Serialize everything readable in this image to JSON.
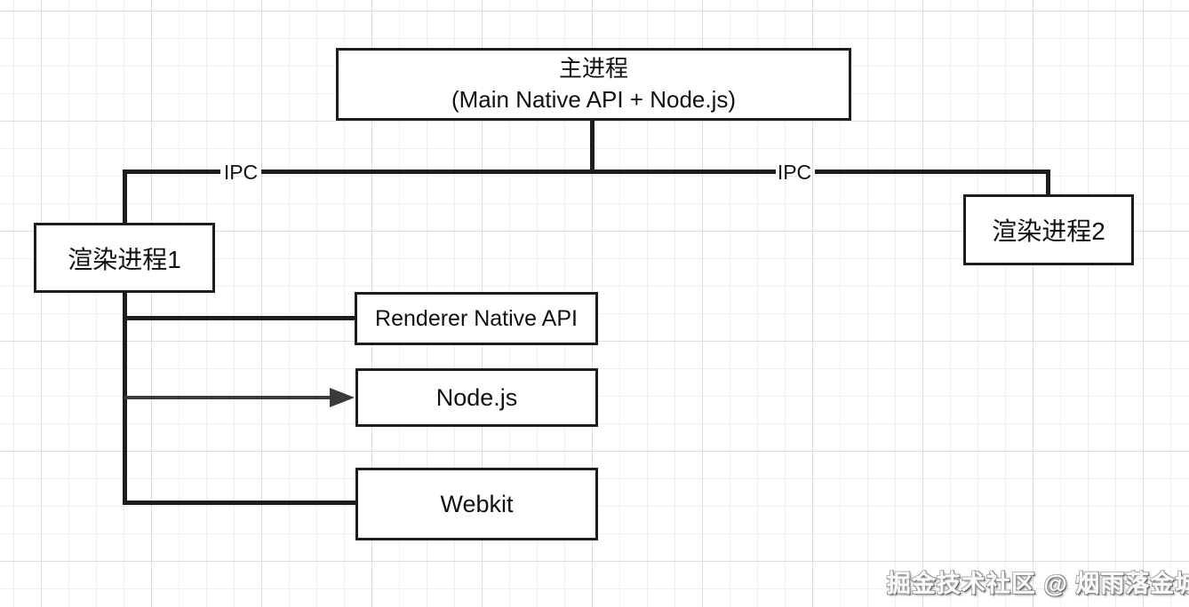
{
  "canvas": {
    "watermark": "掘金技术社区 @ 烟雨落金城"
  },
  "nodes": {
    "main_process": {
      "title": "主进程",
      "subtitle": "(Main Native API + Node.js)"
    },
    "renderer_process_1": {
      "label": "渲染进程1"
    },
    "renderer_process_2": {
      "label": "渲染进程2"
    },
    "renderer_native_api": {
      "label": "Renderer Native API"
    },
    "nodejs": {
      "label": "Node.js"
    },
    "webkit": {
      "label": "Webkit"
    }
  },
  "edges": {
    "ipc_left": {
      "label": "IPC"
    },
    "ipc_right": {
      "label": "IPC"
    }
  },
  "colors": {
    "line": "#1d1d1d",
    "arrow": "#3a3a3a",
    "box_border": "#1d1d1d",
    "box_fill": "#ffffff"
  }
}
